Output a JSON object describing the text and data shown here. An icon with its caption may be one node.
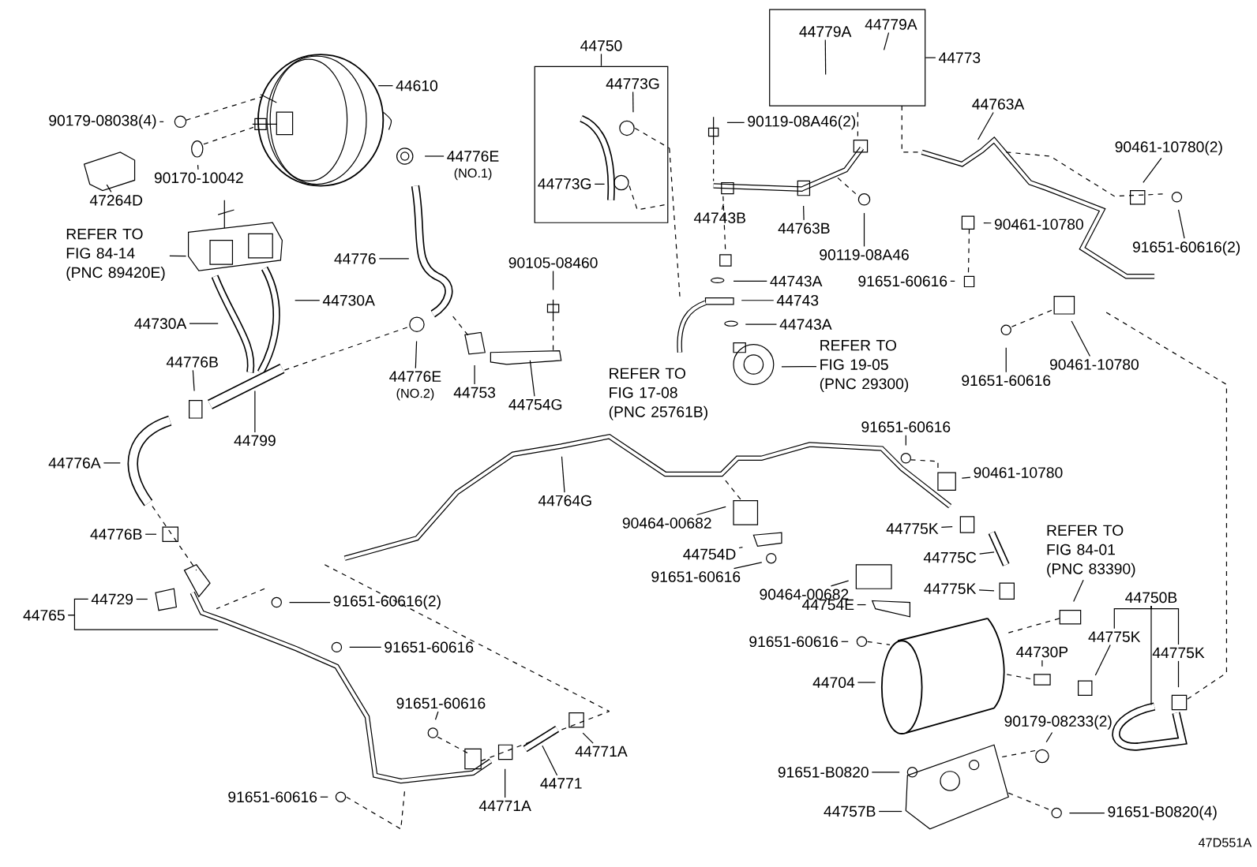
{
  "diagram": {
    "nodes": [
      {
        "text": [
          "44610"
        ]
      },
      {
        "text": [
          "90179-08038(4)"
        ]
      },
      {
        "text": [
          "90170-10042"
        ]
      },
      {
        "text": [
          "47264D"
        ]
      },
      {
        "text": [
          "44776E"
        ],
        "beside": [
          "(NO.1)"
        ]
      },
      {
        "text": [
          "REFER TO FIG 84-14 (PNC 89420E)"
        ]
      },
      {
        "text": [
          "44776"
        ]
      },
      {
        "text": [
          "44730A"
        ]
      },
      {
        "text": [
          "44730A"
        ]
      },
      {
        "text": [
          "44776B"
        ]
      },
      {
        "text": [
          "44799"
        ]
      },
      {
        "text": [
          "44776E"
        ],
        "beside": [
          "(NO.2)"
        ]
      },
      {
        "text": [
          "44753"
        ]
      },
      {
        "text": [
          "90105-08460"
        ]
      },
      {
        "text": [
          "44754G"
        ]
      },
      {
        "text": [
          "44750"
        ]
      },
      {
        "text": [],
        "shape": "box"
      },
      {
        "text": [
          "44773G"
        ],
        "in": 16
      },
      {
        "text": [
          "44773G"
        ],
        "in": 16
      },
      {
        "text": [],
        "shape": "box"
      },
      {
        "text": [
          "44779A"
        ],
        "in": 19
      },
      {
        "text": [
          "44779A"
        ],
        "in": 19
      },
      {
        "text": [
          "44773"
        ]
      },
      {
        "text": [
          "90119-08A46(2)"
        ]
      },
      {
        "text": [
          "44743B"
        ]
      },
      {
        "text": [
          "44763B"
        ]
      },
      {
        "text": [
          "90119-08A46"
        ]
      },
      {
        "text": [
          "44743A"
        ]
      },
      {
        "text": [
          "44743"
        ]
      },
      {
        "text": [
          "44743A"
        ]
      },
      {
        "text": [
          "REFER TO FIG 19-05 (PNC 29300)"
        ]
      },
      {
        "text": [
          "44763A"
        ]
      },
      {
        "text": [
          "90461-10780(2)"
        ]
      },
      {
        "text": [
          "91651-60616(2)"
        ]
      },
      {
        "text": [
          "90461-10780"
        ]
      },
      {
        "text": [
          "91651-60616"
        ]
      },
      {
        "text": [
          "90461-10780"
        ]
      },
      {
        "text": [
          "91651-60616"
        ]
      },
      {
        "text": [
          "91651-60616"
        ]
      },
      {
        "text": [
          "90461-10780"
        ]
      },
      {
        "text": [
          "44764G"
        ]
      },
      {
        "text": [
          "90464-00682"
        ]
      },
      {
        "text": [
          "44754D"
        ]
      },
      {
        "text": [
          "91651-60616"
        ]
      },
      {
        "text": [
          "44775K"
        ]
      },
      {
        "text": [
          "44775C"
        ]
      },
      {
        "text": [
          "REFER TO FIG 84-01 (PNC 83390)"
        ]
      },
      {
        "text": [
          "90464-00682"
        ]
      },
      {
        "text": [
          "44775K"
        ]
      },
      {
        "text": [
          "44754E"
        ]
      },
      {
        "text": [
          "44750B"
        ]
      },
      {
        "text": [
          "44775K"
        ]
      },
      {
        "text": [
          "44730P"
        ]
      },
      {
        "text": [
          "44775K"
        ]
      },
      {
        "text": [
          "91651-60616"
        ]
      },
      {
        "text": [
          "44704"
        ]
      },
      {
        "text": [
          "90179-08233(2)"
        ]
      },
      {
        "text": [
          "91651-B0820"
        ]
      },
      {
        "text": [
          "44757B"
        ]
      },
      {
        "text": [
          "91651-B0820(4)"
        ]
      },
      {
        "text": [
          "44776A"
        ]
      },
      {
        "text": [
          "44776B"
        ]
      },
      {
        "text": [
          "44765"
        ]
      },
      {
        "text": [
          "44729"
        ]
      },
      {
        "text": [
          "91651-60616(2)"
        ]
      },
      {
        "text": [
          "91651-60616"
        ]
      },
      {
        "text": [
          "91651-60616"
        ]
      },
      {
        "text": [
          "44771A"
        ]
      },
      {
        "text": [
          "44771"
        ]
      },
      {
        "text": [
          "44771A"
        ]
      },
      {
        "text": [
          "91651-60616"
        ]
      }
    ],
    "edges": [
      {
        "from": 0,
        "to": null,
        "arrow": "none"
      },
      {
        "from": 1,
        "to": null,
        "arrow": "none"
      },
      {
        "from": 2,
        "to": null,
        "arrow": "none"
      },
      {
        "from": 3,
        "to": null,
        "arrow": "none"
      },
      {
        "from": 4,
        "to": null,
        "arrow": "none"
      },
      {
        "from": 5,
        "to": null,
        "arrow": "none"
      },
      {
        "from": 6,
        "to": null,
        "arrow": "none"
      },
      {
        "from": 7,
        "to": null,
        "arrow": "none"
      },
      {
        "from": 8,
        "to": null,
        "arrow": "none"
      },
      {
        "from": 9,
        "to": null,
        "arrow": "none"
      },
      {
        "from": 10,
        "to": null,
        "arrow": "none"
      },
      {
        "from": 11,
        "to": null,
        "arrow": "none"
      },
      {
        "from": 12,
        "to": null,
        "arrow": "none"
      },
      {
        "from": 13,
        "to": null,
        "arrow": "none"
      },
      {
        "from": 14,
        "to": null,
        "arrow": "none"
      },
      {
        "from": 15,
        "to": 16,
        "arrow": "none"
      },
      {
        "from": 17,
        "to": null,
        "arrow": "none"
      },
      {
        "from": 18,
        "to": null,
        "arrow": "none"
      },
      {
        "from": 20,
        "to": null,
        "arrow": "none"
      },
      {
        "from": 21,
        "to": null,
        "arrow": "none"
      },
      {
        "from": 22,
        "to": 19,
        "arrow": "none"
      },
      {
        "from": 23,
        "to": null,
        "arrow": "none"
      },
      {
        "from": 24,
        "to": null,
        "arrow": "none"
      },
      {
        "from": 25,
        "to": null,
        "arrow": "none"
      },
      {
        "from": 26,
        "to": null,
        "arrow": "none"
      },
      {
        "from": 27,
        "to": null,
        "arrow": "none"
      },
      {
        "from": 28,
        "to": null,
        "arrow": "none"
      },
      {
        "from": 29,
        "to": null,
        "arrow": "none"
      },
      {
        "from": 30,
        "to": null,
        "arrow": "none"
      },
      {
        "from": 31,
        "to": null,
        "arrow": "none"
      },
      {
        "from": 32,
        "to": null,
        "arrow": "none"
      },
      {
        "from": 33,
        "to": null,
        "arrow": "none"
      },
      {
        "from": 34,
        "to": null,
        "arrow": "none"
      },
      {
        "from": 35,
        "to": null,
        "arrow": "none"
      },
      {
        "from": 36,
        "to": null,
        "arrow": "none"
      },
      {
        "from": 37,
        "to": null,
        "arrow": "none"
      },
      {
        "from": 38,
        "to": null,
        "arrow": "none"
      },
      {
        "from": 39,
        "to": null,
        "arrow": "none"
      },
      {
        "from": 40,
        "to": null,
        "arrow": "none"
      },
      {
        "from": 41,
        "to": null,
        "arrow": "none"
      },
      {
        "from": 42,
        "to": null,
        "arrow": "none"
      },
      {
        "from": 43,
        "to": null,
        "arrow": "none"
      },
      {
        "from": 44,
        "to": null,
        "arrow": "none"
      },
      {
        "from": 45,
        "to": null,
        "arrow": "none"
      },
      {
        "from": 46,
        "to": null,
        "arrow": "none"
      },
      {
        "from": 47,
        "to": null,
        "arrow": "none"
      },
      {
        "from": 48,
        "to": null,
        "arrow": "none"
      },
      {
        "from": 49,
        "to": null,
        "arrow": "none"
      },
      {
        "from": 50,
        "to": 51,
        "arrow": "none"
      },
      {
        "from": 50,
        "to": 53,
        "arrow": "none"
      },
      {
        "from": 50,
        "to": null,
        "arrow": "none"
      },
      {
        "from": 51,
        "to": null,
        "arrow": "none"
      },
      {
        "from": 52,
        "to": null,
        "arrow": "none"
      },
      {
        "from": 53,
        "to": null,
        "arrow": "none"
      },
      {
        "from": 54,
        "to": null,
        "arrow": "none"
      },
      {
        "from": 55,
        "to": null,
        "arrow": "none"
      },
      {
        "from": 56,
        "to": null,
        "arrow": "none"
      },
      {
        "from": 57,
        "to": null,
        "arrow": "none"
      },
      {
        "from": 58,
        "to": null,
        "arrow": "none"
      },
      {
        "from": 59,
        "to": null,
        "arrow": "none"
      },
      {
        "from": 60,
        "to": null,
        "arrow": "none"
      },
      {
        "from": 61,
        "to": null,
        "arrow": "none"
      },
      {
        "from": 62,
        "to": 63,
        "arrow": "none"
      },
      {
        "from": 62,
        "to": null,
        "arrow": "none"
      },
      {
        "from": 63,
        "to": null,
        "arrow": "none"
      },
      {
        "from": 64,
        "to": null,
        "arrow": "none"
      },
      {
        "from": 65,
        "to": null,
        "arrow": "none"
      },
      {
        "from": 66,
        "to": null,
        "arrow": "none"
      },
      {
        "from": 67,
        "to": null,
        "arrow": "none"
      },
      {
        "from": 68,
        "to": null,
        "arrow": "none"
      },
      {
        "from": 69,
        "to": null,
        "arrow": "none"
      },
      {
        "from": 70,
        "to": null,
        "arrow": "none"
      }
    ],
    "labels": [
      "REFER TO FIG 17-08 (PNC 25761B)",
      "47D551A"
    ]
  }
}
